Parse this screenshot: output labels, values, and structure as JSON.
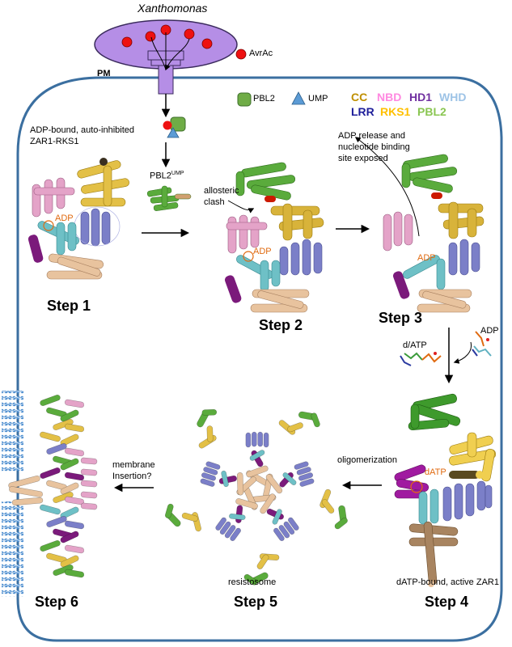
{
  "title": "ZAR1 resistosome activation model",
  "pathogen": {
    "name": "Xanthomonas"
  },
  "effector": {
    "label": "AvrAc"
  },
  "membrane": {
    "label": "PM"
  },
  "legend": {
    "symbols": [
      {
        "label": "PBL2",
        "shape": "rounded-square",
        "color": "#6fac46"
      },
      {
        "label": "UMP",
        "shape": "triangle",
        "color": "#5b9bd5"
      }
    ],
    "domains": [
      {
        "label": "CC",
        "color": "#bf8f00"
      },
      {
        "label": "NBD",
        "color": "#ff88e0"
      },
      {
        "label": "HD1",
        "color": "#7030a0"
      },
      {
        "label": "WHD",
        "color": "#9dc3e6"
      },
      {
        "label": "LRR",
        "color": "#1f1f9a"
      },
      {
        "label": "RKS1",
        "color": "#ffc000"
      },
      {
        "label": "PBL2",
        "color": "#8ac652"
      }
    ]
  },
  "complex_label": {
    "main": "PBL2",
    "sup": "UMP"
  },
  "annotations": {
    "step1_desc_line1": "ADP-bound, auto-inhibited",
    "step1_desc_line2": "ZAR1-RKS1",
    "allosteric_line1": "allosteric",
    "allosteric_line2": "clash",
    "adp_release_line1": "ADP release and",
    "adp_release_line2": "nucleotide binding",
    "adp_release_line3": "site exposed",
    "datp_in": "d/ATP",
    "adp_out": "ADP",
    "adp_tag": "ADP",
    "datp_tag": "dATP",
    "oligomerization": "oligomerization",
    "membrane_line1": "membrane",
    "membrane_line2": "Insertion?",
    "resistosome": "resistosome",
    "step4_desc": "dATP-bound, active ZAR1"
  },
  "steps": [
    {
      "label": "Step 1"
    },
    {
      "label": "Step 2"
    },
    {
      "label": "Step 3"
    },
    {
      "label": "Step 4"
    },
    {
      "label": "Step 5"
    },
    {
      "label": "Step 6"
    }
  ],
  "colors": {
    "cell_border": "#3b6fa0",
    "bacterium_fill": "#b58ee6",
    "bacterium_stroke": "#3a2a5c",
    "effector": "#ee1111",
    "cc_tan": "#e8c39e",
    "nbd_pink": "#e4a3c8",
    "hd1_purple": "#7b1a7b",
    "whd_teal": "#6ec0c6",
    "lrr_blue": "#7b7fc8",
    "rks1_gold": "#e3c046",
    "pbl2_green": "#5aab3c",
    "nucleotide_orange": "#e06a10",
    "lipid_blue": "#4f8fd0"
  }
}
